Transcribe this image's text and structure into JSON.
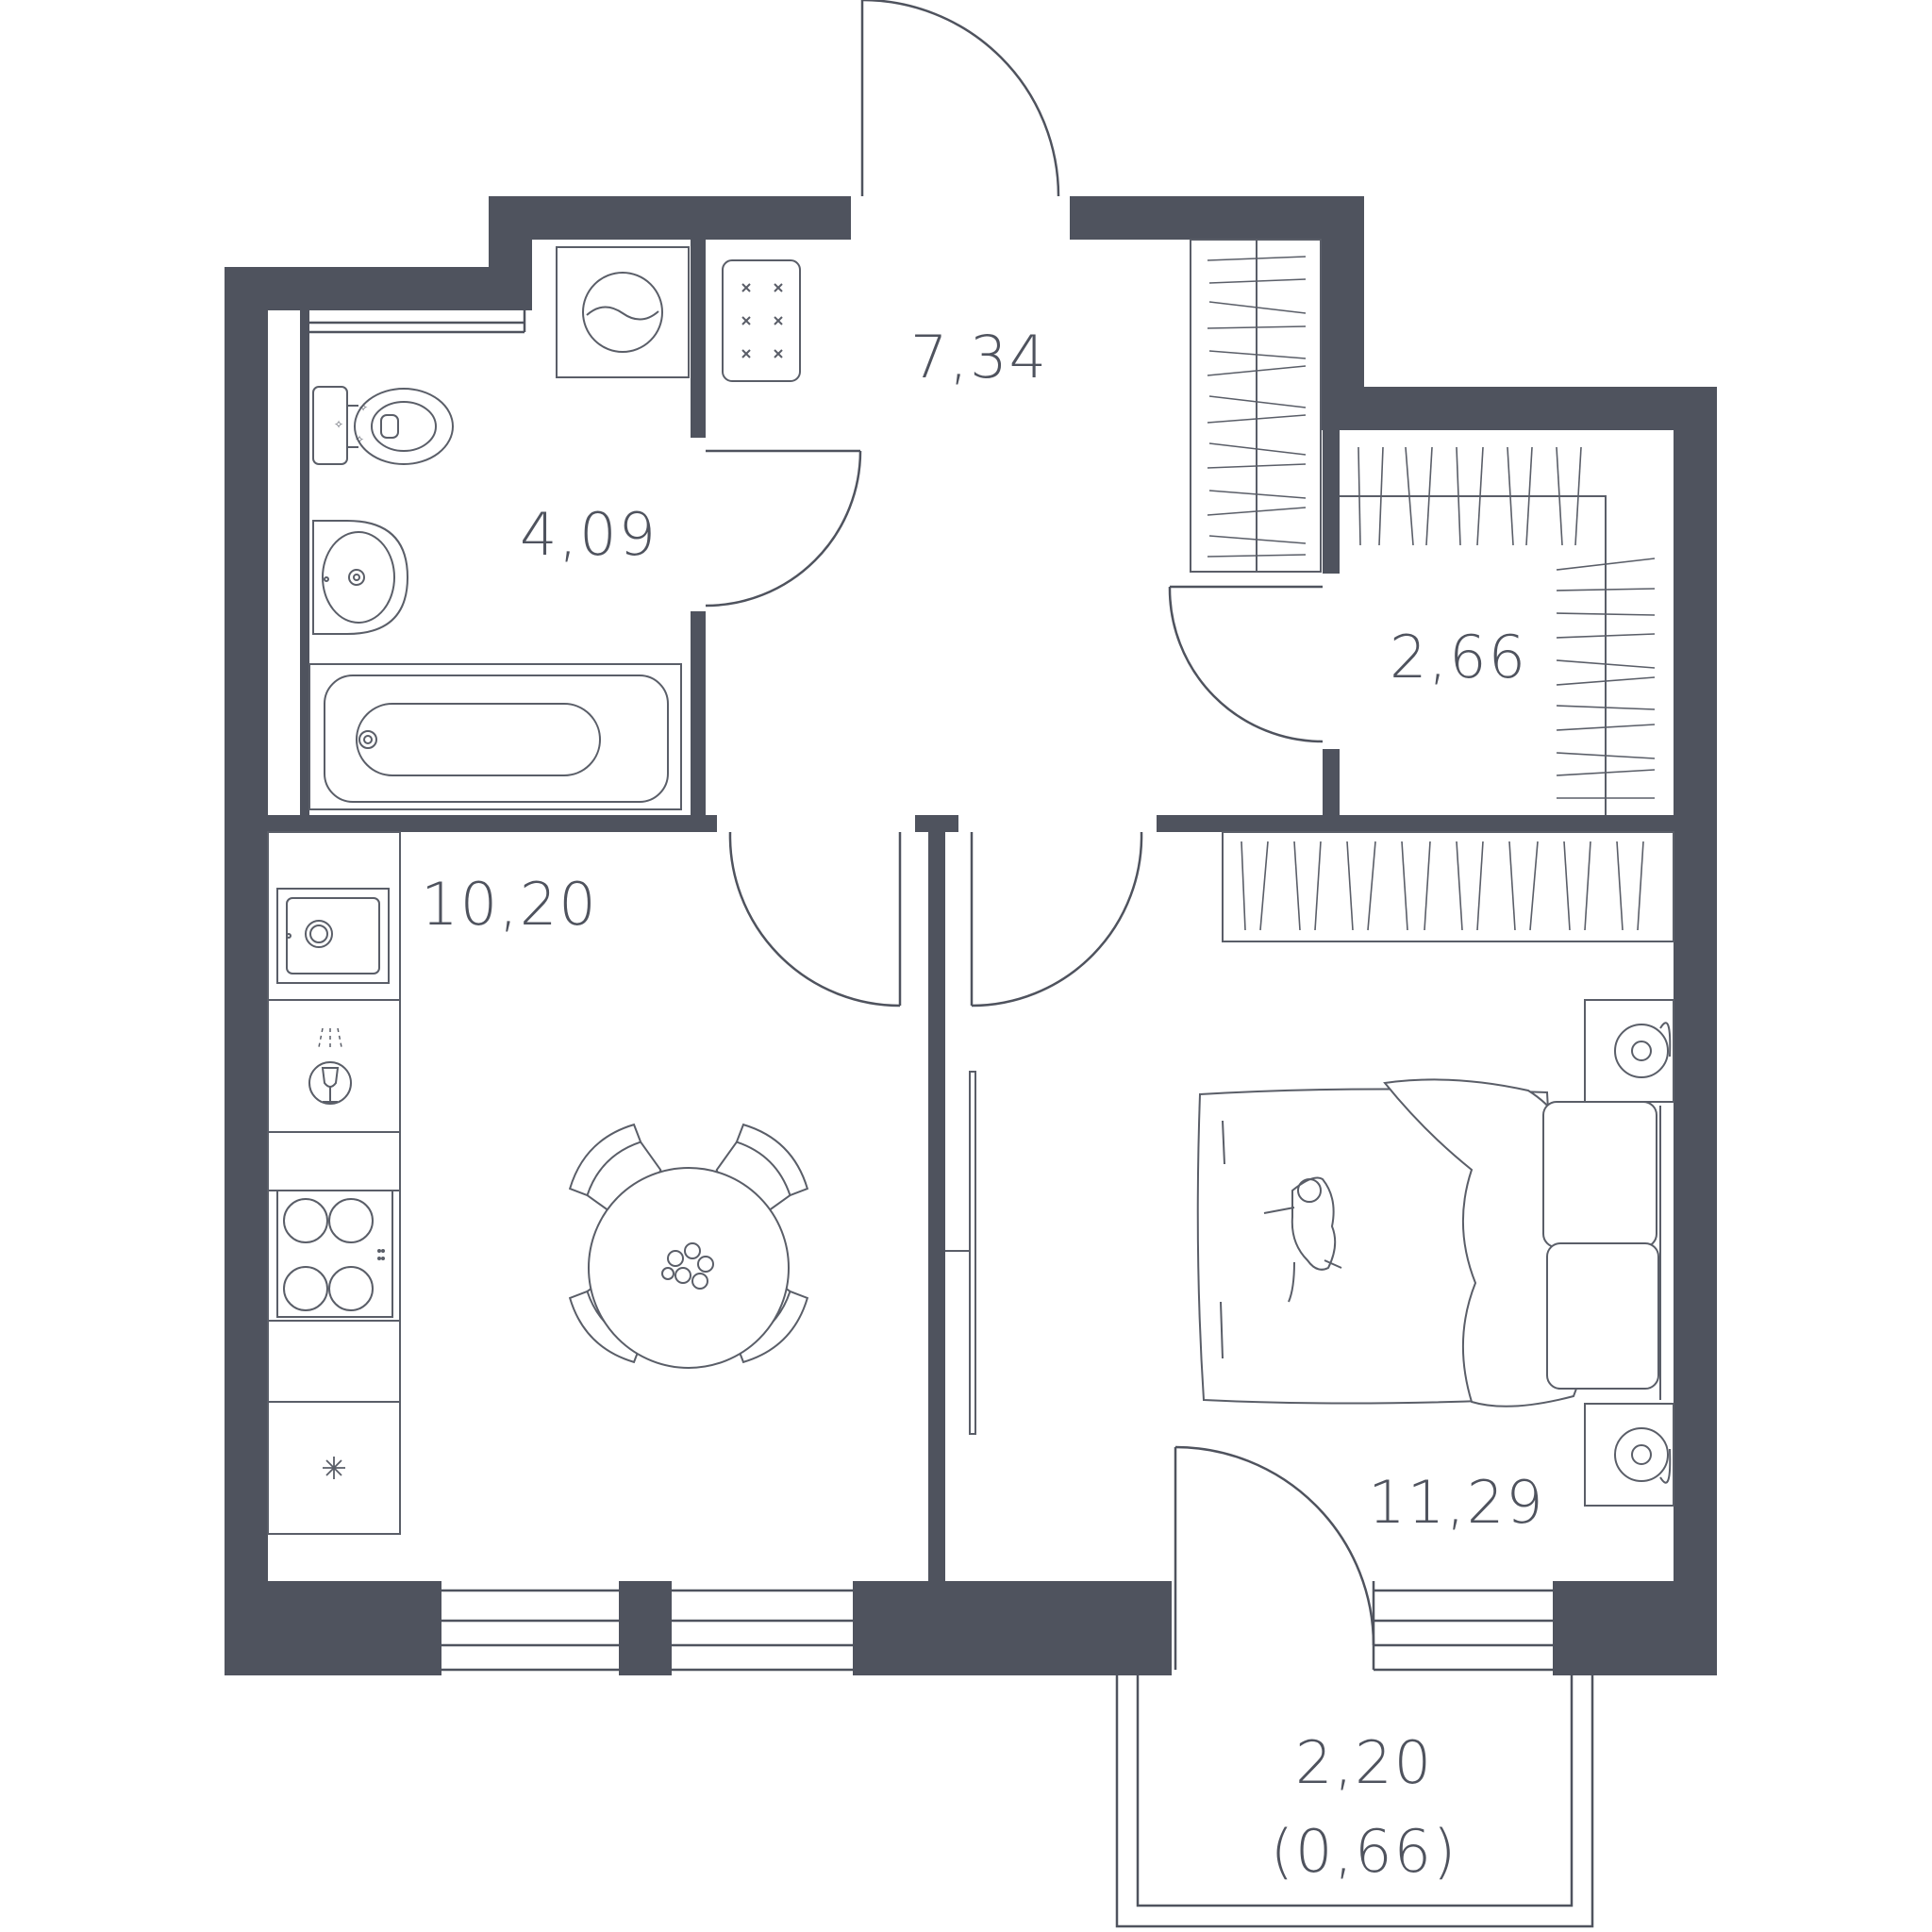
{
  "floor_plan": {
    "colors": {
      "wall": "#4f535e",
      "line": "#5a5e68",
      "background": "#ffffff"
    },
    "rooms": [
      {
        "id": "bathroom",
        "area": "4,09"
      },
      {
        "id": "hallway",
        "area": "7,34"
      },
      {
        "id": "wardrobe",
        "area": "2,66"
      },
      {
        "id": "kitchen",
        "area": "10,20"
      },
      {
        "id": "bedroom",
        "area": "11,29"
      },
      {
        "id": "balcony",
        "area": "2,20",
        "area_reduced": "(0,66)"
      }
    ],
    "icons": [
      "washing-machine-icon",
      "shower-tray-icon",
      "toilet-icon",
      "sink-icon",
      "bathtub-icon",
      "kitchen-sink-icon",
      "dishwasher-icon",
      "stove-icon",
      "fridge-icon",
      "dining-table-icon",
      "bed-icon",
      "cat-icon",
      "tv-icon",
      "nightstand-lamp-icon"
    ]
  }
}
